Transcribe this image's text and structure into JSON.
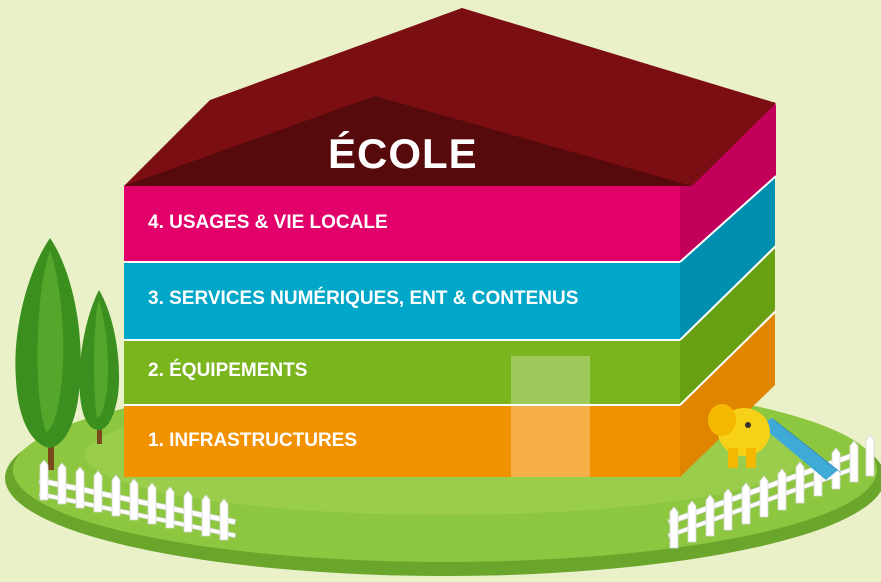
{
  "building": {
    "title": "ÉCOLE"
  },
  "layers": [
    {
      "label": "4. USAGES & VIE LOCALE",
      "color": "#e2006a",
      "side_color": "#c2005c"
    },
    {
      "label": "3. SERVICES NUMÉRIQUES, ENT & CONTENUS",
      "color": "#00a7c9",
      "side_color": "#008fae"
    },
    {
      "label": "2. ÉQUIPEMENTS",
      "color": "#7ab51d",
      "side_color": "#67a012"
    },
    {
      "label": "1. INFRASTRUCTURES",
      "color": "#f39200",
      "side_color": "#e08500"
    }
  ],
  "colors": {
    "background": "#eaf0c8",
    "roof": "#7b0e12",
    "roof_gable": "#560a0c",
    "lawn": "#8dc63f",
    "lawn_edge": "#6aa52c",
    "tree": "#3a8f1e",
    "fence": "#ffffff"
  },
  "icons": [
    "tree-icon",
    "tree-icon",
    "fence-icon",
    "fence-icon",
    "elephant-slide-icon"
  ]
}
